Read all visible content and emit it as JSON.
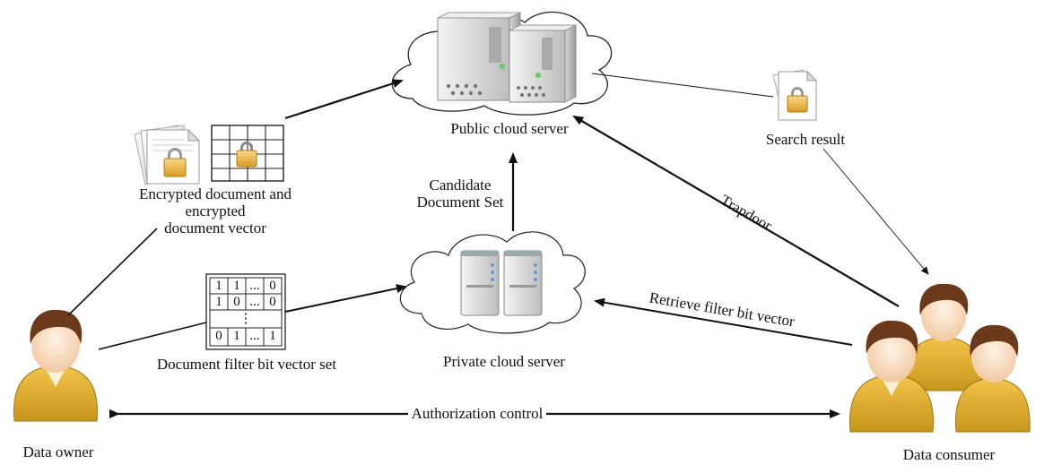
{
  "nodes": {
    "public_cloud_server": "Public cloud server",
    "private_cloud_server": "Private cloud server",
    "data_owner": "Data owner",
    "data_consumer": "Data consumer",
    "search_result": "Search result",
    "encrypted_doc_line1": "Encrypted document and",
    "encrypted_doc_line2": "encrypted",
    "encrypted_doc_line3": "document vector",
    "filter_set": "Document filter bit vector set"
  },
  "edges": {
    "candidate_line1": "Candidate",
    "candidate_line2": "Document Set",
    "trapdoor": "Trapdoor",
    "retrieve": "Retrieve filter bit vector",
    "authorization": "Authorization control"
  },
  "bit_matrix": {
    "row1": [
      "1",
      "1",
      "...",
      "0"
    ],
    "row2": [
      "1",
      "0",
      "...",
      "0"
    ],
    "vdots": "⋮",
    "row3": [
      "0",
      "1",
      "...",
      "1"
    ]
  }
}
